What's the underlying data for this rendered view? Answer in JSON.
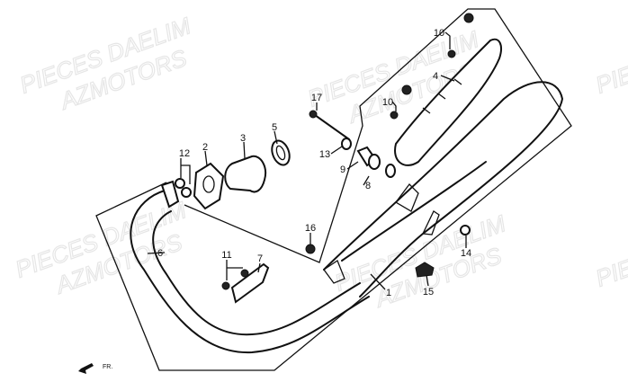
{
  "watermark": {
    "line1": "PIECES DAELIM",
    "line2": "AZMOTORS"
  },
  "direction_label": "FR.",
  "callouts": {
    "p1": "1",
    "p2": "2",
    "p3": "3",
    "p4": "4",
    "p5": "5",
    "p6": "6",
    "p7": "7",
    "p8": "8",
    "p9": "9",
    "p10a": "10",
    "p10b": "10",
    "p11": "11",
    "p12": "12",
    "p13": "13",
    "p14": "14",
    "p15": "15",
    "p16": "16",
    "p17": "17"
  }
}
